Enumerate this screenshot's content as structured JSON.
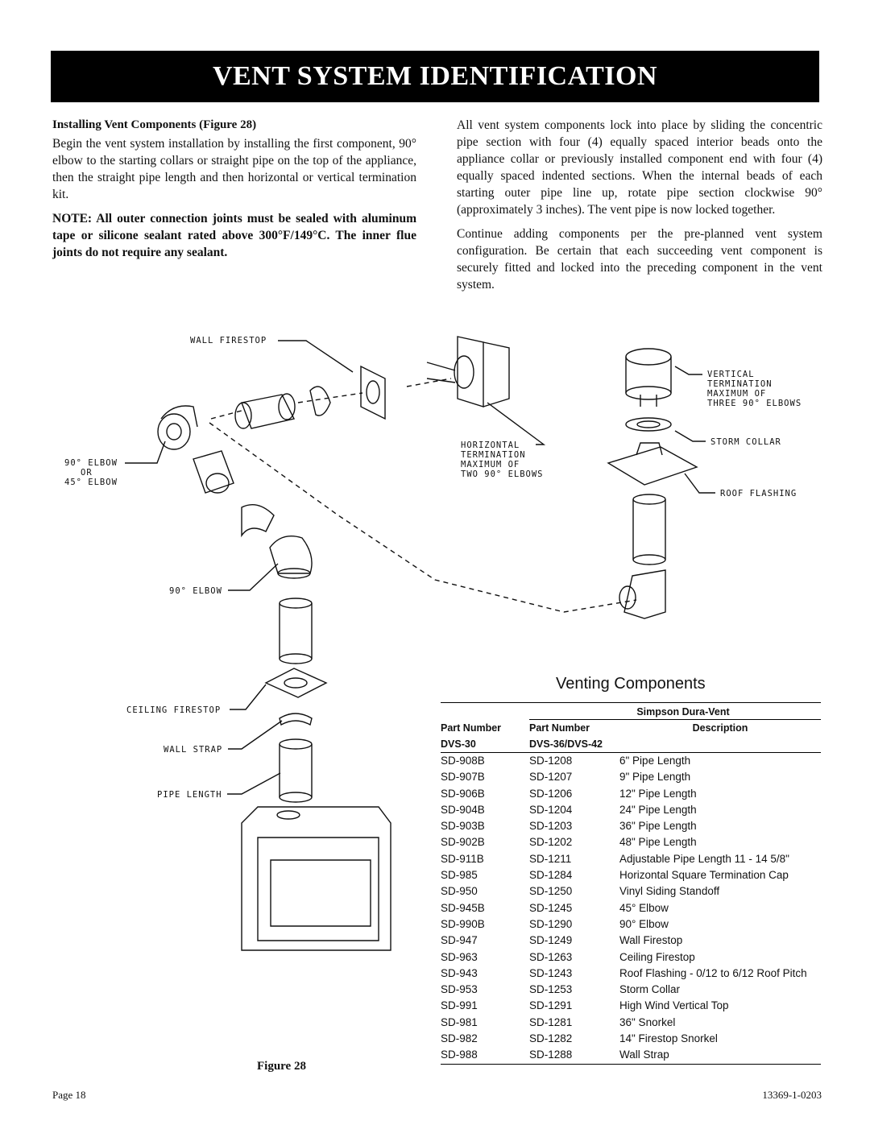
{
  "title": "VENT SYSTEM IDENTIFICATION",
  "left_col": {
    "subhead": "Installing Vent Components (Figure 28)",
    "para1": "Begin the vent system installation by installing the first component, 90° elbow to the starting collars or straight pipe on the top of the appliance, then the straight pipe length and then horizontal or vertical termination kit.",
    "note": "NOTE: All outer connection joints must be sealed with aluminum tape or silicone sealant rated above 300°F/149°C. The inner flue joints do not require any sealant."
  },
  "right_col": {
    "para1": "All vent system components lock into place by sliding the concentric pipe section with four (4) equally spaced interior beads onto the appliance collar or previously installed component end with four (4) equally spaced indented sections. When the internal beads of each starting outer pipe line up, rotate pipe section clockwise 90° (approximately 3 inches). The vent pipe is now locked together.",
    "para2": "Continue adding components per the pre-planned vent system configuration. Be certain that each succeeding vent component is securely fitted and locked into the preceding component in the vent system."
  },
  "figure": {
    "caption": "Figure 28",
    "labels": {
      "wall_firestop": "WALL FIRESTOP",
      "elbow_90": "90° ELBOW",
      "elbow_or": "OR",
      "elbow_45": "45° ELBOW",
      "horizontal_1": "HORIZONTAL",
      "horizontal_2": "TERMINATION",
      "horizontal_3": "MAXIMUM OF",
      "horizontal_4": "TWO 90° ELBOWS",
      "vertical_1": "VERTICAL",
      "vertical_2": "TERMINATION",
      "vertical_3": "MAXIMUM OF",
      "vertical_4": "THREE 90° ELBOWS",
      "storm_collar": "STORM COLLAR",
      "roof_flashing": "ROOF FLASHING",
      "elbow_90_b": "90° ELBOW",
      "ceiling_firestop": "CEILING FIRESTOP",
      "wall_strap": "WALL STRAP",
      "pipe_length": "PIPE LENGTH"
    }
  },
  "venting": {
    "title": "Venting Components",
    "group_header": "Simpson Dura-Vent",
    "headers": [
      "Part Number",
      "Part Number",
      "Description"
    ],
    "subheaders": [
      "DVS-30",
      "DVS-36/DVS-42",
      ""
    ],
    "rows": [
      [
        "SD-908B",
        "SD-1208",
        "6\" Pipe Length"
      ],
      [
        "SD-907B",
        "SD-1207",
        "9\" Pipe Length"
      ],
      [
        "SD-906B",
        "SD-1206",
        "12\" Pipe Length"
      ],
      [
        "SD-904B",
        "SD-1204",
        "24\" Pipe Length"
      ],
      [
        "SD-903B",
        "SD-1203",
        "36\" Pipe Length"
      ],
      [
        "SD-902B",
        "SD-1202",
        "48\" Pipe Length"
      ],
      [
        "SD-911B",
        "SD-1211",
        "Adjustable Pipe Length 11 - 14 5/8\""
      ],
      [
        "SD-985",
        "SD-1284",
        "Horizontal Square Termination Cap"
      ],
      [
        "SD-950",
        "SD-1250",
        "Vinyl Siding Standoff"
      ],
      [
        "SD-945B",
        "SD-1245",
        "45° Elbow"
      ],
      [
        "SD-990B",
        "SD-1290",
        "90° Elbow"
      ],
      [
        "SD-947",
        "SD-1249",
        "Wall Firestop"
      ],
      [
        "SD-963",
        "SD-1263",
        "Ceiling Firestop"
      ],
      [
        "SD-943",
        "SD-1243",
        "Roof Flashing - 0/12 to 6/12 Roof Pitch"
      ],
      [
        "SD-953",
        "SD-1253",
        "Storm Collar"
      ],
      [
        "SD-991",
        "SD-1291",
        "High Wind Vertical Top"
      ],
      [
        "SD-981",
        "SD-1281",
        "36\" Snorkel"
      ],
      [
        "SD-982",
        "SD-1282",
        "14\" Firestop Snorkel"
      ],
      [
        "SD-988",
        "SD-1288",
        "Wall Strap"
      ]
    ]
  },
  "footer": {
    "page": "Page 18",
    "doc_number": "13369-1-0203"
  }
}
